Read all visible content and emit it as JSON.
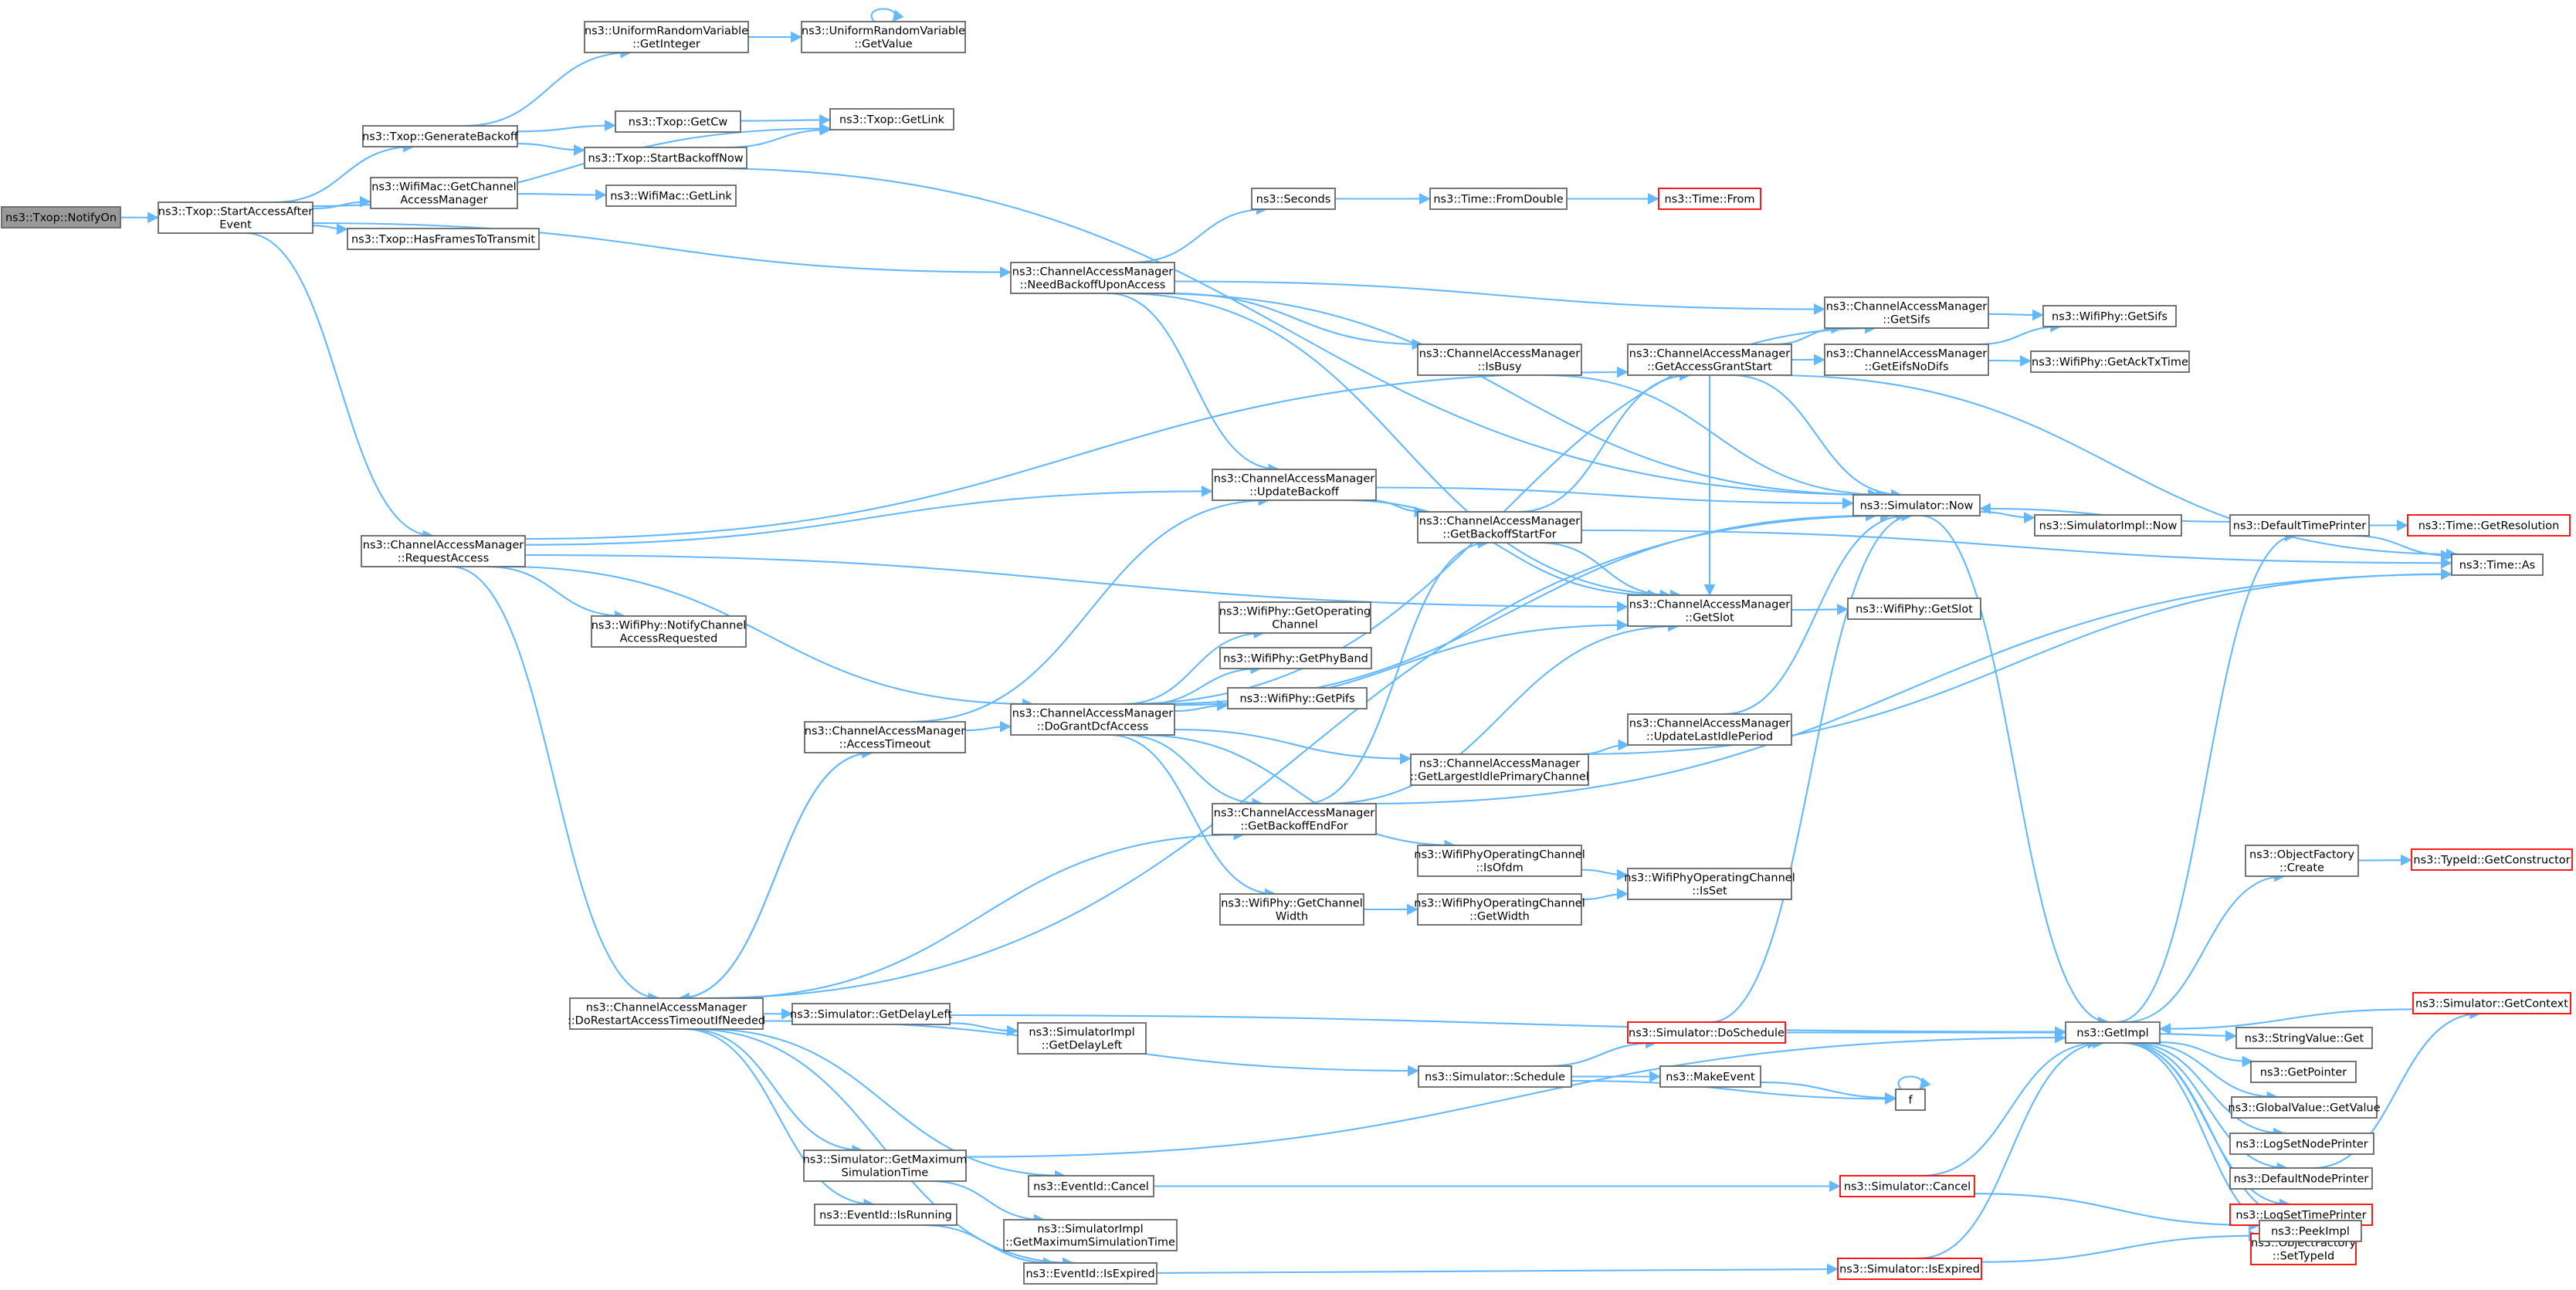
{
  "diagram": {
    "colors": {
      "edge": "#63b8ff",
      "node_border": "#666666",
      "root_fill": "#999999",
      "truncated_border": "#ff0000",
      "background": "#ffffff"
    },
    "nodes": [
      {
        "id": "notifyOn",
        "lines": [
          "ns3::Txop::NotifyOn"
        ],
        "style": "root"
      },
      {
        "id": "startAccess",
        "lines": [
          "ns3::Txop::StartAccessAfter",
          "Event"
        ]
      },
      {
        "id": "uniGetInt",
        "lines": [
          "ns3::UniformRandomVariable",
          "::GetInteger"
        ]
      },
      {
        "id": "uniGetVal",
        "lines": [
          "ns3::UniformRandomVariable",
          "::GetValue"
        ]
      },
      {
        "id": "genBackoff",
        "lines": [
          "ns3::Txop::GenerateBackoff"
        ]
      },
      {
        "id": "getCw",
        "lines": [
          "ns3::Txop::GetCw"
        ]
      },
      {
        "id": "txopGetLink",
        "lines": [
          "ns3::Txop::GetLink"
        ]
      },
      {
        "id": "startBackoffNow",
        "lines": [
          "ns3::Txop::StartBackoffNow"
        ]
      },
      {
        "id": "wifiMacGetCam",
        "lines": [
          "ns3::WifiMac::GetChannel",
          "AccessManager"
        ]
      },
      {
        "id": "wifiMacGetLink",
        "lines": [
          "ns3::WifiMac::GetLink"
        ]
      },
      {
        "id": "hasFrames",
        "lines": [
          "ns3::Txop::HasFramesToTransmit"
        ]
      },
      {
        "id": "seconds",
        "lines": [
          "ns3::Seconds"
        ]
      },
      {
        "id": "fromDouble",
        "lines": [
          "ns3::Time::FromDouble"
        ]
      },
      {
        "id": "timeFrom",
        "lines": [
          "ns3::Time::From"
        ],
        "style": "trunc"
      },
      {
        "id": "needBackoff",
        "lines": [
          "ns3::ChannelAccessManager",
          "::NeedBackoffUponAccess"
        ]
      },
      {
        "id": "getSifs",
        "lines": [
          "ns3::ChannelAccessManager",
          "::GetSifs"
        ]
      },
      {
        "id": "phyGetSifs",
        "lines": [
          "ns3::WifiPhy::GetSifs"
        ]
      },
      {
        "id": "isBusy",
        "lines": [
          "ns3::ChannelAccessManager",
          "::IsBusy"
        ]
      },
      {
        "id": "accessGrantStart",
        "lines": [
          "ns3::ChannelAccessManager",
          "::GetAccessGrantStart"
        ]
      },
      {
        "id": "eifsNoDifs",
        "lines": [
          "ns3::ChannelAccessManager",
          "::GetEifsNoDifs"
        ]
      },
      {
        "id": "ackTxTime",
        "lines": [
          "ns3::WifiPhy::GetAckTxTime"
        ]
      },
      {
        "id": "updateBackoff",
        "lines": [
          "ns3::ChannelAccessManager",
          "::UpdateBackoff"
        ]
      },
      {
        "id": "backoffStartFor",
        "lines": [
          "ns3::ChannelAccessManager",
          "::GetBackoffStartFor"
        ]
      },
      {
        "id": "simNow",
        "lines": [
          "ns3::Simulator::Now"
        ]
      },
      {
        "id": "simImplNow",
        "lines": [
          "ns3::SimulatorImpl::Now"
        ]
      },
      {
        "id": "defaultTimePrinter",
        "lines": [
          "ns3::DefaultTimePrinter"
        ]
      },
      {
        "id": "getResolution",
        "lines": [
          "ns3::Time::GetResolution"
        ],
        "style": "trunc"
      },
      {
        "id": "timeAs",
        "lines": [
          "ns3::Time::As"
        ]
      },
      {
        "id": "requestAccess",
        "lines": [
          "ns3::ChannelAccessManager",
          "::RequestAccess"
        ]
      },
      {
        "id": "notifyChannelReq",
        "lines": [
          "ns3::WifiPhy::NotifyChannel",
          "AccessRequested"
        ]
      },
      {
        "id": "getSlot",
        "lines": [
          "ns3::ChannelAccessManager",
          "::GetSlot"
        ]
      },
      {
        "id": "phyGetSlot",
        "lines": [
          "ns3::WifiPhy::GetSlot"
        ]
      },
      {
        "id": "getOpChannel",
        "lines": [
          "ns3::WifiPhy::GetOperating",
          "Channel"
        ]
      },
      {
        "id": "getPhyBand",
        "lines": [
          "ns3::WifiPhy::GetPhyBand"
        ]
      },
      {
        "id": "getPifs",
        "lines": [
          "ns3::WifiPhy::GetPifs"
        ]
      },
      {
        "id": "accessTimeout",
        "lines": [
          "ns3::ChannelAccessManager",
          "::AccessTimeout"
        ]
      },
      {
        "id": "doGrant",
        "lines": [
          "ns3::ChannelAccessManager",
          "::DoGrantDcfAccess"
        ]
      },
      {
        "id": "updateLastIdle",
        "lines": [
          "ns3::ChannelAccessManager",
          "::UpdateLastIdlePeriod"
        ]
      },
      {
        "id": "largestIdle",
        "lines": [
          "ns3::ChannelAccessManager",
          "::GetLargestIdlePrimaryChannel"
        ]
      },
      {
        "id": "backoffEndFor",
        "lines": [
          "ns3::ChannelAccessManager",
          "::GetBackoffEndFor"
        ]
      },
      {
        "id": "isOfdm",
        "lines": [
          "ns3::WifiPhyOperatingChannel",
          "::IsOfdm"
        ]
      },
      {
        "id": "isSet",
        "lines": [
          "ns3::WifiPhyOperatingChannel",
          "::IsSet"
        ]
      },
      {
        "id": "getChanWidth",
        "lines": [
          "ns3::WifiPhy::GetChannel",
          "Width"
        ]
      },
      {
        "id": "opGetWidth",
        "lines": [
          "ns3::WifiPhyOperatingChannel",
          "::GetWidth"
        ]
      },
      {
        "id": "ofCreate",
        "lines": [
          "ns3::ObjectFactory",
          "::Create"
        ]
      },
      {
        "id": "getConstructor",
        "lines": [
          "ns3::TypeId::GetConstructor"
        ],
        "style": "trunc"
      },
      {
        "id": "doRestart",
        "lines": [
          "ns3::ChannelAccessManager",
          "::DoRestartAccessTimeoutIfNeeded"
        ]
      },
      {
        "id": "getDelayLeft",
        "lines": [
          "ns3::Simulator::GetDelayLeft"
        ]
      },
      {
        "id": "simImplDelayLeft",
        "lines": [
          "ns3::SimulatorImpl",
          "::GetDelayLeft"
        ]
      },
      {
        "id": "doSchedule",
        "lines": [
          "ns3::Simulator::DoSchedule"
        ],
        "style": "trunc"
      },
      {
        "id": "getImpl",
        "lines": [
          "ns3::GetImpl"
        ]
      },
      {
        "id": "stringValueGet",
        "lines": [
          "ns3::StringValue::Get"
        ]
      },
      {
        "id": "getPointer",
        "lines": [
          "ns3::GetPointer"
        ]
      },
      {
        "id": "globalValueGet",
        "lines": [
          "ns3::GlobalValue::GetValue"
        ]
      },
      {
        "id": "getContext",
        "lines": [
          "ns3::Simulator::GetContext"
        ],
        "style": "trunc"
      },
      {
        "id": "simSchedule",
        "lines": [
          "ns3::Simulator::Schedule"
        ]
      },
      {
        "id": "makeEvent",
        "lines": [
          "ns3::MakeEvent"
        ]
      },
      {
        "id": "logSetNode",
        "lines": [
          "ns3::LogSetNodePrinter"
        ]
      },
      {
        "id": "fNode",
        "lines": [
          "f"
        ]
      },
      {
        "id": "defaultNodePrinter",
        "lines": [
          "ns3::DefaultNodePrinter"
        ]
      },
      {
        "id": "logSetTime",
        "lines": [
          "ns3::LogSetTimePrinter"
        ],
        "style": "trunc"
      },
      {
        "id": "getMaxSim",
        "lines": [
          "ns3::Simulator::GetMaximum",
          "SimulationTime"
        ]
      },
      {
        "id": "eventCancel",
        "lines": [
          "ns3::EventId::Cancel"
        ]
      },
      {
        "id": "simCancel",
        "lines": [
          "ns3::Simulator::Cancel"
        ],
        "style": "trunc"
      },
      {
        "id": "ofSetTypeId",
        "lines": [
          "ns3::ObjectFactory",
          "::SetTypeId"
        ],
        "style": "trunc"
      },
      {
        "id": "simImplMaxSim",
        "lines": [
          "ns3::SimulatorImpl",
          "::GetMaximumSimulationTime"
        ]
      },
      {
        "id": "eventIsRunning",
        "lines": [
          "ns3::EventId::IsRunning"
        ]
      },
      {
        "id": "peekImpl",
        "lines": [
          "ns3::PeekImpl"
        ]
      },
      {
        "id": "simIsExpired",
        "lines": [
          "ns3::Simulator::IsExpired"
        ],
        "style": "trunc"
      },
      {
        "id": "eventIsExpired",
        "lines": [
          "ns3::EventId::IsExpired"
        ]
      }
    ],
    "edges": [
      [
        "notifyOn",
        "startAccess"
      ],
      [
        "startAccess",
        "genBackoff"
      ],
      [
        "startAccess",
        "txopGetLink"
      ],
      [
        "startAccess",
        "wifiMacGetCam"
      ],
      [
        "startAccess",
        "hasFrames"
      ],
      [
        "startAccess",
        "needBackoff"
      ],
      [
        "startAccess",
        "requestAccess"
      ],
      [
        "genBackoff",
        "uniGetInt"
      ],
      [
        "genBackoff",
        "getCw"
      ],
      [
        "genBackoff",
        "startBackoffNow"
      ],
      [
        "uniGetInt",
        "uniGetVal"
      ],
      [
        "uniGetVal",
        "uniGetVal"
      ],
      [
        "getCw",
        "txopGetLink"
      ],
      [
        "startBackoffNow",
        "txopGetLink"
      ],
      [
        "startBackoffNow",
        "simNow"
      ],
      [
        "wifiMacGetCam",
        "wifiMacGetLink"
      ],
      [
        "needBackoff",
        "seconds"
      ],
      [
        "needBackoff",
        "getSifs"
      ],
      [
        "needBackoff",
        "isBusy"
      ],
      [
        "needBackoff",
        "simNow"
      ],
      [
        "needBackoff",
        "updateBackoff"
      ],
      [
        "needBackoff",
        "getSlot"
      ],
      [
        "seconds",
        "fromDouble"
      ],
      [
        "fromDouble",
        "timeFrom"
      ],
      [
        "getSifs",
        "phyGetSifs"
      ],
      [
        "eifsNoDifs",
        "phyGetSifs"
      ],
      [
        "eifsNoDifs",
        "ackTxTime"
      ],
      [
        "isBusy",
        "simNow"
      ],
      [
        "accessGrantStart",
        "getSifs"
      ],
      [
        "accessGrantStart",
        "eifsNoDifs"
      ],
      [
        "accessGrantStart",
        "simNow"
      ],
      [
        "accessGrantStart",
        "getSlot"
      ],
      [
        "accessGrantStart",
        "timeAs"
      ],
      [
        "updateBackoff",
        "simNow"
      ],
      [
        "updateBackoff",
        "backoffStartFor"
      ],
      [
        "updateBackoff",
        "getSlot"
      ],
      [
        "backoffStartFor",
        "accessGrantStart"
      ],
      [
        "backoffStartFor",
        "getSlot"
      ],
      [
        "backoffStartFor",
        "timeAs"
      ],
      [
        "simNow",
        "simImplNow"
      ],
      [
        "simNow",
        "getImpl"
      ],
      [
        "defaultTimePrinter",
        "simNow"
      ],
      [
        "defaultTimePrinter",
        "getResolution"
      ],
      [
        "defaultTimePrinter",
        "timeAs"
      ],
      [
        "requestAccess",
        "accessGrantStart"
      ],
      [
        "requestAccess",
        "updateBackoff"
      ],
      [
        "requestAccess",
        "getSlot"
      ],
      [
        "requestAccess",
        "notifyChannelReq"
      ],
      [
        "requestAccess",
        "doGrant"
      ],
      [
        "requestAccess",
        "doRestart"
      ],
      [
        "getSlot",
        "phyGetSlot"
      ],
      [
        "accessTimeout",
        "updateBackoff"
      ],
      [
        "accessTimeout",
        "doGrant"
      ],
      [
        "accessTimeout",
        "doRestart"
      ],
      [
        "doGrant",
        "getSifs"
      ],
      [
        "doGrant",
        "getOpChannel"
      ],
      [
        "doGrant",
        "getPhyBand"
      ],
      [
        "doGrant",
        "getPifs"
      ],
      [
        "doGrant",
        "getSlot"
      ],
      [
        "doGrant",
        "largestIdle"
      ],
      [
        "doGrant",
        "backoffEndFor"
      ],
      [
        "doGrant",
        "isOfdm"
      ],
      [
        "doGrant",
        "getChanWidth"
      ],
      [
        "doGrant",
        "simNow"
      ],
      [
        "largestIdle",
        "updateLastIdle"
      ],
      [
        "largestIdle",
        "timeAs"
      ],
      [
        "updateLastIdle",
        "simNow"
      ],
      [
        "backoffEndFor",
        "backoffStartFor"
      ],
      [
        "backoffEndFor",
        "getSlot"
      ],
      [
        "backoffEndFor",
        "timeAs"
      ],
      [
        "isOfdm",
        "isSet"
      ],
      [
        "getChanWidth",
        "opGetWidth"
      ],
      [
        "opGetWidth",
        "isSet"
      ],
      [
        "doRestart",
        "accessTimeout"
      ],
      [
        "doRestart",
        "backoffEndFor"
      ],
      [
        "doRestart",
        "simNow"
      ],
      [
        "doRestart",
        "getDelayLeft"
      ],
      [
        "doRestart",
        "simSchedule"
      ],
      [
        "doRestart",
        "getMaxSim"
      ],
      [
        "doRestart",
        "eventCancel"
      ],
      [
        "doRestart",
        "eventIsRunning"
      ],
      [
        "doRestart",
        "eventIsExpired"
      ],
      [
        "getDelayLeft",
        "simImplDelayLeft"
      ],
      [
        "getDelayLeft",
        "getImpl"
      ],
      [
        "simSchedule",
        "doSchedule"
      ],
      [
        "simSchedule",
        "makeEvent"
      ],
      [
        "simSchedule",
        "fNode"
      ],
      [
        "makeEvent",
        "fNode"
      ],
      [
        "fNode",
        "fNode"
      ],
      [
        "doSchedule",
        "getImpl"
      ],
      [
        "doSchedule",
        "simNow"
      ],
      [
        "getImpl",
        "defaultTimePrinter"
      ],
      [
        "getImpl",
        "ofCreate"
      ],
      [
        "getImpl",
        "stringValueGet"
      ],
      [
        "getImpl",
        "getPointer"
      ],
      [
        "getImpl",
        "globalValueGet"
      ],
      [
        "getImpl",
        "logSetNode"
      ],
      [
        "getImpl",
        "defaultNodePrinter"
      ],
      [
        "getImpl",
        "logSetTime"
      ],
      [
        "getImpl",
        "ofSetTypeId"
      ],
      [
        "getImpl",
        "peekImpl"
      ],
      [
        "ofCreate",
        "getConstructor"
      ],
      [
        "getContext",
        "getImpl"
      ],
      [
        "defaultNodePrinter",
        "getContext"
      ],
      [
        "getMaxSim",
        "simImplMaxSim"
      ],
      [
        "getMaxSim",
        "getImpl"
      ],
      [
        "eventCancel",
        "simCancel"
      ],
      [
        "simCancel",
        "getImpl"
      ],
      [
        "simCancel",
        "peekImpl"
      ],
      [
        "eventIsRunning",
        "eventIsExpired"
      ],
      [
        "eventIsExpired",
        "simIsExpired"
      ],
      [
        "simIsExpired",
        "getImpl"
      ],
      [
        "simIsExpired",
        "peekImpl"
      ]
    ]
  }
}
